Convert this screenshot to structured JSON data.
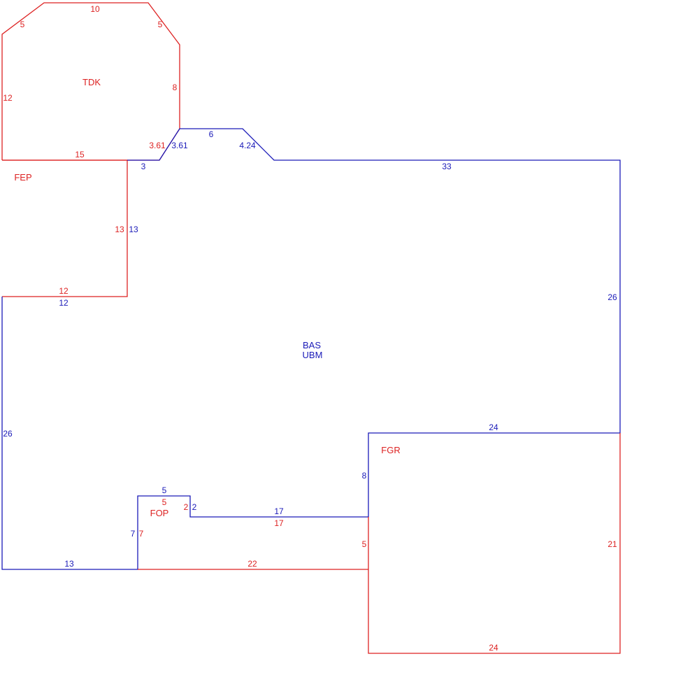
{
  "colors": {
    "red": "#dd2222",
    "blue": "#1a1ab8"
  },
  "areas": {
    "tdk": {
      "code": "TDK",
      "color": "red",
      "edges": [
        "10",
        "5",
        "5",
        "12",
        "8",
        "15",
        "3.61"
      ]
    },
    "fep": {
      "code": "FEP",
      "color": "red",
      "edges": [
        "13",
        "12"
      ]
    },
    "bas": {
      "code": "BAS",
      "code2": "UBM",
      "color": "blue",
      "edges": [
        "3.61",
        "6",
        "4.24",
        "3",
        "33",
        "13",
        "26",
        "12",
        "26",
        "24",
        "8",
        "5",
        "2",
        "17",
        "7",
        "13"
      ]
    },
    "fgr": {
      "code": "FGR",
      "color": "red",
      "edges": [
        "21",
        "5",
        "24"
      ]
    },
    "fop": {
      "code": "FOP",
      "color": "red",
      "edges": [
        "5",
        "2",
        "17",
        "7",
        "22"
      ]
    }
  }
}
